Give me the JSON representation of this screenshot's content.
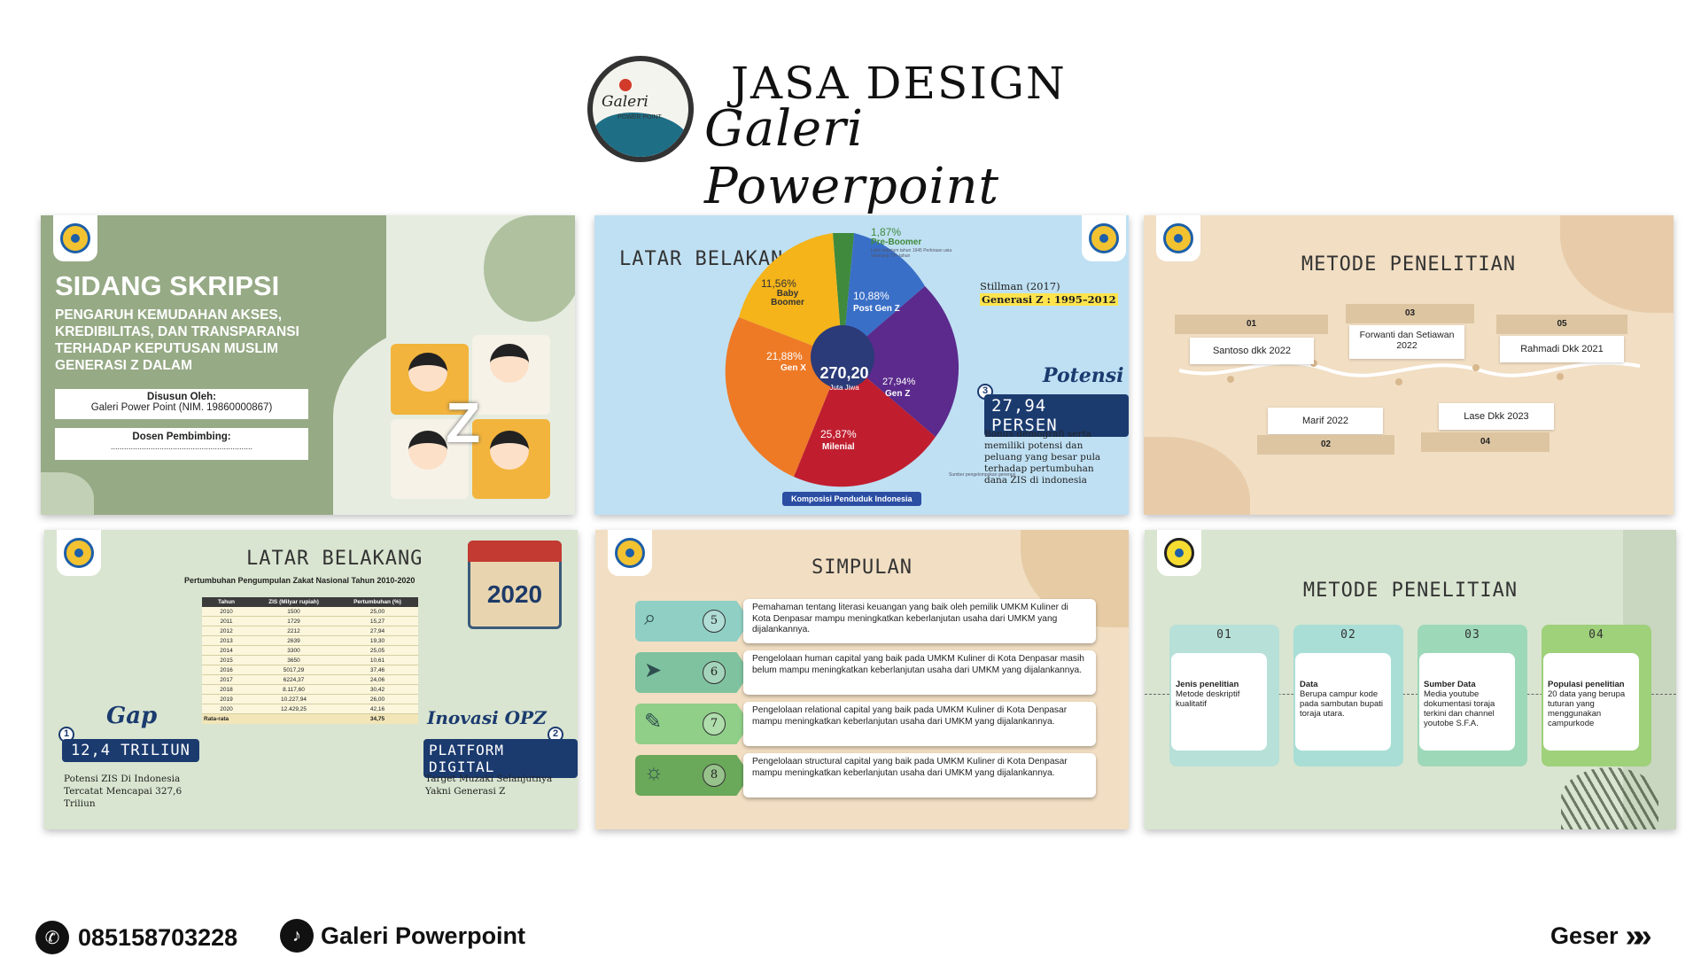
{
  "header": {
    "title": "JASA DESIGN",
    "subtitle": "Galeri Powerpoint",
    "logo_text": "Galeri",
    "logo_sub": "POWER POINT"
  },
  "slide1": {
    "title": "SIDANG SKRIPSI",
    "body": "PENGARUH KEMUDAHAN AKSES, KREDIBILITAS, DAN TRANSPARANSI TERHADAP KEPUTUSAN MUSLIM GENERASI Z DALAM",
    "disusun_label": "Disusun Oleh:",
    "disusun_value": "Galeri Power Point (NIM. 19860000867)",
    "dosen_label": "Dosen Pembimbing:",
    "dosen_value": "................................................................",
    "letter": "Z"
  },
  "slide2": {
    "title": "LATAR BELAKANG",
    "center_value": "270,20",
    "center_unit": "Juta Jiwa",
    "source_name": "Stillman (2017)",
    "source_gen": "Generasi Z : 1995–2012",
    "potensi_word": "Potensi",
    "potensi_num": "3",
    "potensi_value": "27,94 PERSEN",
    "potensi_desc": "Bonus demografi serta memiliki potensi dan peluang yang besar pula terhadap pertumbuhan dana ZIS di indonesia",
    "footer": "Komposisi Penduduk Indonesia",
    "small_note": "Lahir sebelum tahun 1945 Perkiraan usia sekarang 79+ tahun",
    "src_note": "Sumber pengelompokan generasi",
    "segments": [
      {
        "pct": "1,87%",
        "name": "Pre-Boomer",
        "color": "#3f8a3c"
      },
      {
        "pct": "10,88%",
        "name": "Post Gen Z",
        "color": "#3a6fc7"
      },
      {
        "pct": "27,94%",
        "name": "Gen Z",
        "color": "#5b2a8c"
      },
      {
        "pct": "25,87%",
        "name": "Milenial",
        "color": "#c01e2f"
      },
      {
        "pct": "21,88%",
        "name": "Gen X",
        "color": "#ee7a26"
      },
      {
        "pct": "11,56%",
        "name": "Baby Boomer",
        "color": "#f4b41a"
      }
    ]
  },
  "slide3": {
    "title": "METODE PENELITIAN",
    "items": [
      {
        "num": "01",
        "label": "Santoso dkk 2022"
      },
      {
        "num": "02",
        "label": "Marif 2022"
      },
      {
        "num": "03",
        "label": "Forwanti dan Setiawan 2022"
      },
      {
        "num": "04",
        "label": "Lase Dkk 2023"
      },
      {
        "num": "05",
        "label": "Rahmadi Dkk 2021"
      }
    ]
  },
  "slide4": {
    "title": "LATAR BELAKANG",
    "subtitle": "Pertumbuhan Pengumpulan Zakat Nasional Tahun 2010-2020",
    "calendar_year": "2020",
    "table_headers": [
      "Tahun",
      "ZIS (Milyar rupiah)",
      "Pertumbuhan (%)"
    ],
    "rows": [
      [
        "2010",
        "1500",
        "25,00"
      ],
      [
        "2011",
        "1729",
        "15,27"
      ],
      [
        "2012",
        "2212",
        "27,94"
      ],
      [
        "2013",
        "2639",
        "19,30"
      ],
      [
        "2014",
        "3300",
        "25,05"
      ],
      [
        "2015",
        "3650",
        "10,61"
      ],
      [
        "2016",
        "5017,29",
        "37,46"
      ],
      [
        "2017",
        "6224,37",
        "24,06"
      ],
      [
        "2018",
        "8.117,60",
        "30,42"
      ],
      [
        "2019",
        "10.227,94",
        "26,00"
      ],
      [
        "2020",
        "12.429,25",
        "42,16"
      ]
    ],
    "avg_label": "Rata-rata",
    "avg_value": "34,75",
    "gap_word": "Gap",
    "gap_num": "1",
    "gap_value": "12,4 TRILIUN",
    "gap_desc": "Potensi ZIS Di Indonesia Tercatat Mencapai 327,6 Triliun",
    "opz_word": "Inovasi OPZ",
    "opz_num": "2",
    "opz_value": "PLATFORM DIGITAL",
    "opz_desc": "Target Muzaki Selanjutnya Yakni Generasi Z"
  },
  "slide5": {
    "title": "SIMPULAN",
    "items": [
      {
        "num": "5",
        "icon": "search-icon",
        "text": "Pemahaman tentang literasi keuangan yang baik oleh pemilik UMKM Kuliner di Kota Denpasar mampu meningkatkan keberlanjutan usaha dari UMKM yang dijalankannya.",
        "color": "#8fcfc4"
      },
      {
        "num": "6",
        "icon": "paper-plane-icon",
        "text": "Pengelolaan human capital yang baik pada UMKM Kuliner di Kota Denpasar masih belum mampu meningkatkan keberlanjutan usaha dari UMKM yang dijalankannya.",
        "color": "#7fc2a0"
      },
      {
        "num": "7",
        "icon": "wrench-icon",
        "text": "Pengelolaan relational capital yang baik pada UMKM Kuliner di Kota Denpasar mampu meningkatkan keberlanjutan usaha dari UMKM yang dijalankannya.",
        "color": "#8fcf88"
      },
      {
        "num": "8",
        "icon": "lightbulb-icon",
        "text": "Pengelolaan structural capital yang baik pada UMKM Kuliner di Kota Denpasar mampu meningkatkan keberlanjutan usaha dari UMKM yang dijalankannya.",
        "color": "#6aa85a"
      }
    ]
  },
  "slide6": {
    "title": "METODE PENELITIAN",
    "items": [
      {
        "num": "01",
        "head": "Jenis penelitian",
        "text": "Metode deskriptif kualitatif",
        "color": "#b7e0d8"
      },
      {
        "num": "02",
        "head": "Data",
        "text": "Berupa campur kode pada sambutan bupati toraja utara.",
        "color": "#a9ded6"
      },
      {
        "num": "03",
        "head": "Sumber Data",
        "text": "Media youtube dokumentasi toraja terkini dan channel youtobe S.F.A.",
        "color": "#9dd8b9"
      },
      {
        "num": "04",
        "head": "Populasi penelitian",
        "text": "20 data yang berupa tuturan yang menggunakan campurkode",
        "color": "#9fd07a"
      }
    ]
  },
  "footer": {
    "phone": "085158703228",
    "tiktok": "Galeri Powerpoint",
    "next": "Geser"
  }
}
